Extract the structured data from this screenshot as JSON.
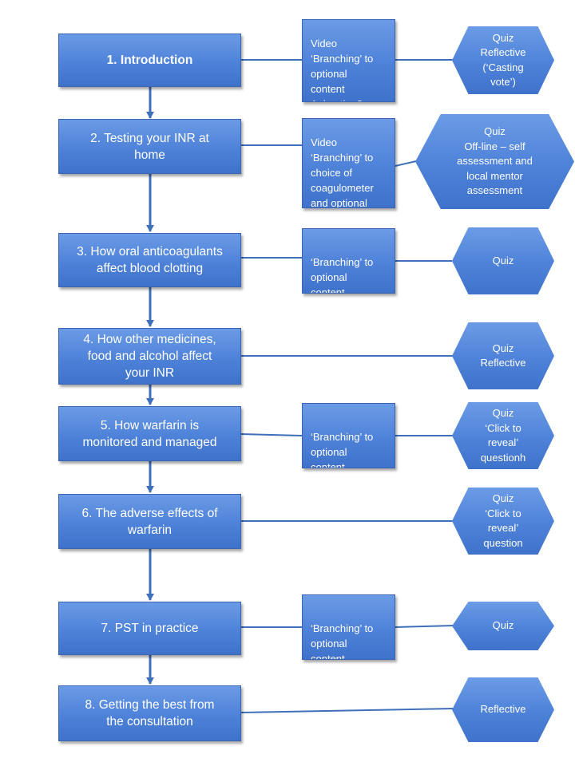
{
  "modules": [
    {
      "id": "m1",
      "label": "1. Introduction",
      "bold": true
    },
    {
      "id": "m2",
      "label": "2. Testing your INR at\nhome"
    },
    {
      "id": "m3",
      "label": "3. How oral anticoagulants\naffect blood clotting"
    },
    {
      "id": "m4",
      "label": "4. How other medicines,\nfood and alcohol affect\nyour INR"
    },
    {
      "id": "m5",
      "label": "5. How warfarin is\nmonitored and managed"
    },
    {
      "id": "m6",
      "label": "6. The adverse effects of\nwarfarin"
    },
    {
      "id": "m7",
      "label": "7. PST in practice"
    },
    {
      "id": "m8",
      "label": "8. Getting the best from\nthe consultation"
    }
  ],
  "branching": [
    {
      "id": "b1",
      "label": "Video\n‘Branching’ to\noptional\ncontent\nAnimation?"
    },
    {
      "id": "b2",
      "label": "Video\n‘Branching’ to\nchoice of\ncoagulometer\nand optional\ncontent"
    },
    {
      "id": "b3",
      "label": "‘Branching’ to\noptional\ncontent"
    },
    {
      "id": "b5",
      "label": "‘Branching’ to\noptional\ncontent"
    },
    {
      "id": "b7",
      "label": "‘Branching’ to\noptional\ncontent"
    }
  ],
  "assessments": [
    {
      "id": "a1",
      "label": "Quiz\nReflective\n(‘Casting\nvote’)"
    },
    {
      "id": "a2",
      "label": "Quiz\nOff-line – self\nassessment and\nlocal mentor\nassessment"
    },
    {
      "id": "a3",
      "label": "Quiz"
    },
    {
      "id": "a4",
      "label": "Quiz\nReflective"
    },
    {
      "id": "a5",
      "label": "Quiz\n‘Click to\nreveal’\nquestionh"
    },
    {
      "id": "a6",
      "label": "Quiz\n‘Click to\nreveal’\nquestion"
    },
    {
      "id": "a7",
      "label": "Quiz"
    },
    {
      "id": "a8",
      "label": "Reflective"
    }
  ],
  "colors": {
    "box_fill": "#4e82d9",
    "box_border": "#3a66b3",
    "connector": "#3f6fba",
    "text": "#ffffff"
  }
}
